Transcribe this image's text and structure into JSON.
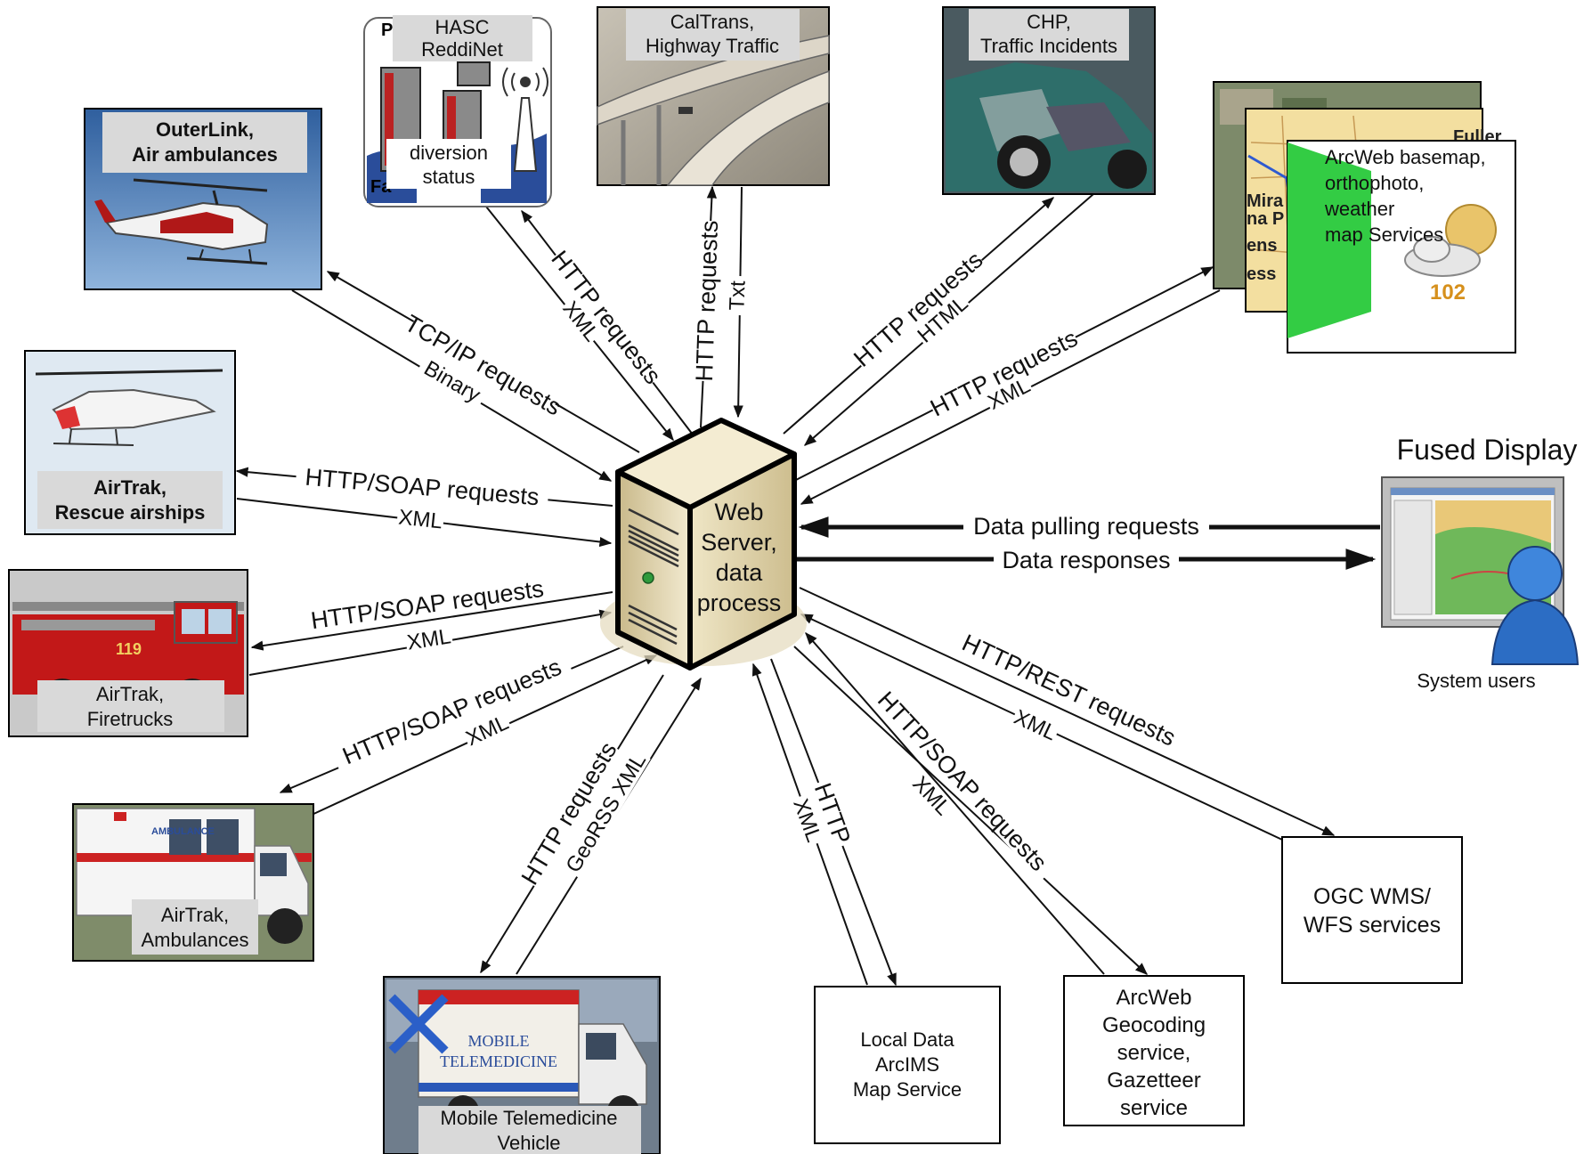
{
  "server": {
    "line1": "Web",
    "line2": "Server,",
    "line3": "data",
    "line4": "process"
  },
  "nodes": {
    "outerlink": {
      "line1": "OuterLink,",
      "line2": "Air ambulances"
    },
    "hasc": {
      "line1": "HASC",
      "line2": "ReddiNet",
      "line3": "diversion",
      "line4": "status"
    },
    "caltrans": {
      "line1": "CalTrans,",
      "line2": "Highway Traffic"
    },
    "chp": {
      "line1": "CHP,",
      "line2": "Traffic Incidents"
    },
    "arcweb_map": {
      "line1": "ArcWeb basemap,",
      "line2": "orthophoto,",
      "line3": "weather",
      "line4": "map Services",
      "temp": "102"
    },
    "airtrak_rescue": {
      "line1": "AirTrak,",
      "line2": "Rescue airships"
    },
    "airtrak_fire": {
      "line1": "AirTrak,",
      "line2": "Firetrucks"
    },
    "airtrak_amb": {
      "line1": "AirTrak,",
      "line2": "Ambulances"
    },
    "telemedicine": {
      "line1": "Mobile Telemedicine",
      "line2": "Vehicle"
    },
    "local_data": {
      "line1": "Local Data",
      "line2": "ArcIMS",
      "line3": "Map Service"
    },
    "geocoding": {
      "line1": "ArcWeb",
      "line2": "Geocoding",
      "line3": "service,",
      "line4": "Gazetteer",
      "line5": "service"
    },
    "ogc": {
      "line1": "OGC WMS/",
      "line2": "WFS services"
    },
    "fused": {
      "title": "Fused Display",
      "users": "System users"
    }
  },
  "edges": {
    "outerlink_req": "TCP/IP requests",
    "outerlink_resp": "Binary",
    "hasc_req": "HTTP requests",
    "hasc_resp": "XML",
    "caltrans_req": "HTTP requests",
    "caltrans_resp": "Txt",
    "chp_req": "HTTP requests",
    "chp_resp": "HTML",
    "arcweb_req": "HTTP requests",
    "arcweb_resp": "XML",
    "rescue_req": "HTTP/SOAP requests",
    "rescue_resp": "XML",
    "fire_req": "HTTP/SOAP requests",
    "fire_resp": "XML",
    "amb_req": "HTTP/SOAP requests",
    "amb_resp": "XML",
    "tele_req": "HTTP requests",
    "tele_resp": "GeoRSS XML",
    "local_req": "HTTP",
    "local_resp": "XML",
    "geo_req": "HTTP/SOAP requests",
    "geo_resp": "XML",
    "ogc_req": "HTTP/REST requests",
    "ogc_resp": "XML",
    "fused_req": "Data pulling requests",
    "fused_resp": "Data responses"
  },
  "colors": {
    "label_bg": "#d9d9d9",
    "sky": "#3a6aa8",
    "server_body": "#e8dcb8",
    "map_green": "#33cc44"
  }
}
